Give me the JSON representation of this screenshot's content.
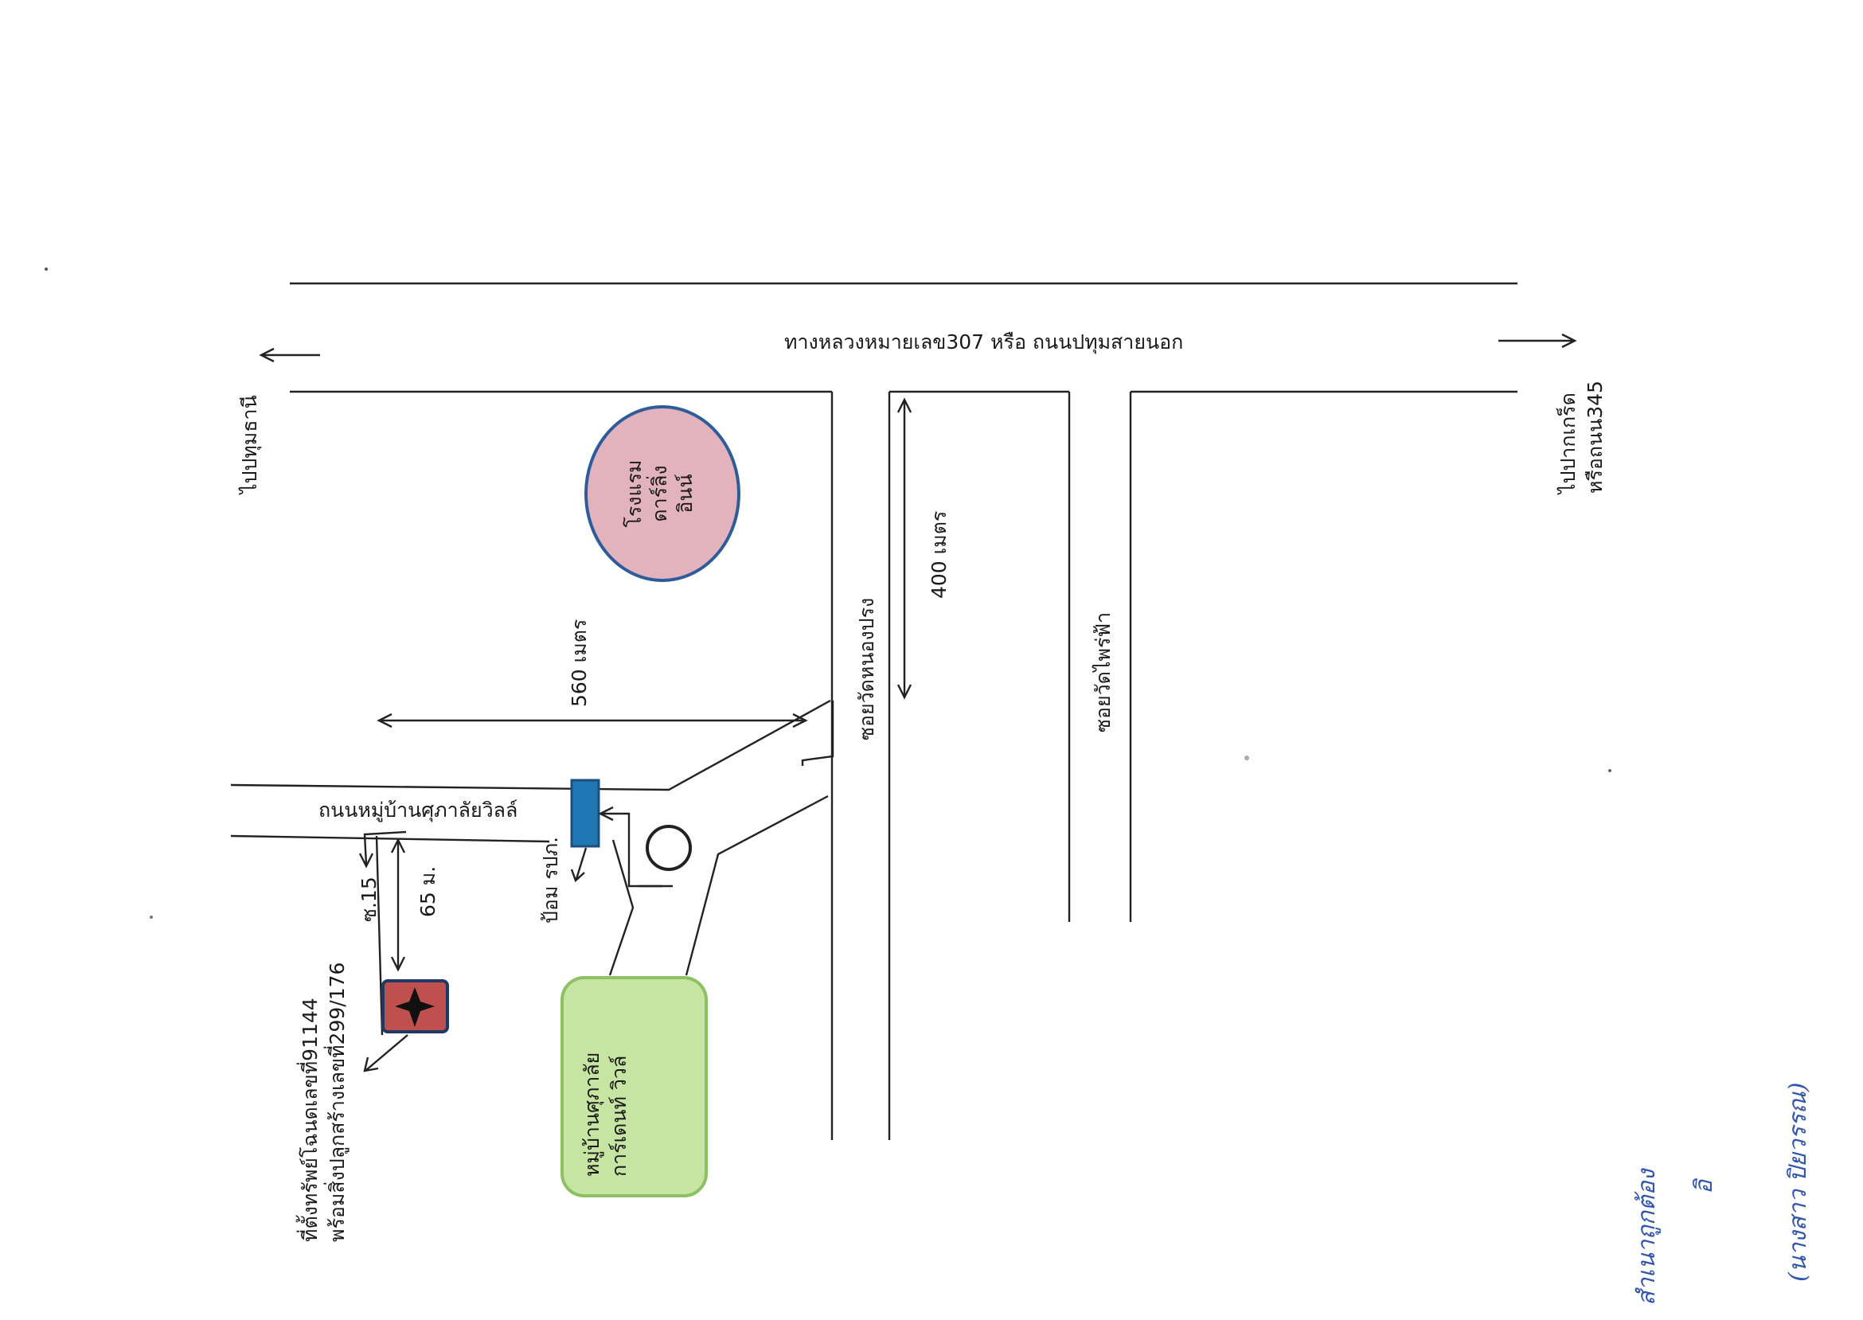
{
  "map": {
    "highway_label": "ทางหลวงหมายเลข307 หรือ ถนนปทุมสายนอก",
    "to_pathum_thani": "ไปปทุมธานี",
    "to_pak_kret_line1": "ไปปากเกร็ด",
    "to_pak_kret_line2": "หรือถนน345",
    "hotel_line1": "โรงแรม",
    "hotel_line2": "ดาร์ลิ่ง",
    "hotel_line3": "อินน์",
    "soi_nong_prong": "ซอยวัดหนองปรง",
    "soi_phrai_fa": "ซอยวัดไพร่ฟ้า",
    "dist_400": "400 เมตร",
    "dist_560": "560 เมตร",
    "dist_65": "65 ม.",
    "village_road": "ถนนหมู่บ้านศุภาลัยวิลล์",
    "police_box": "ป้อม รปภ.",
    "soi_15": "ซ.15",
    "village_line1": "หมู่บ้านศุภาลัย",
    "village_line2": "การ์เดนท์ วิวล์",
    "property_line1": "ที่ตั้งทรัพย์โฉนดเลขที่91144",
    "property_line2": "พร้อมสิ่งปลูกสร้างเลขที่299/176",
    "handwritten_line1": "สำเนาถูกต้อง",
    "handwritten_line2": "(นางสาว ปิยวรรณ)"
  },
  "colors": {
    "hotel_fill": "#e3b3bd",
    "hotel_stroke": "#2e5c9a",
    "police_fill": "#1f78b4",
    "property_fill": "#c0504d",
    "village_fill": "#c6e5a3",
    "village_stroke": "#8cc063",
    "ink": "#3355aa"
  }
}
